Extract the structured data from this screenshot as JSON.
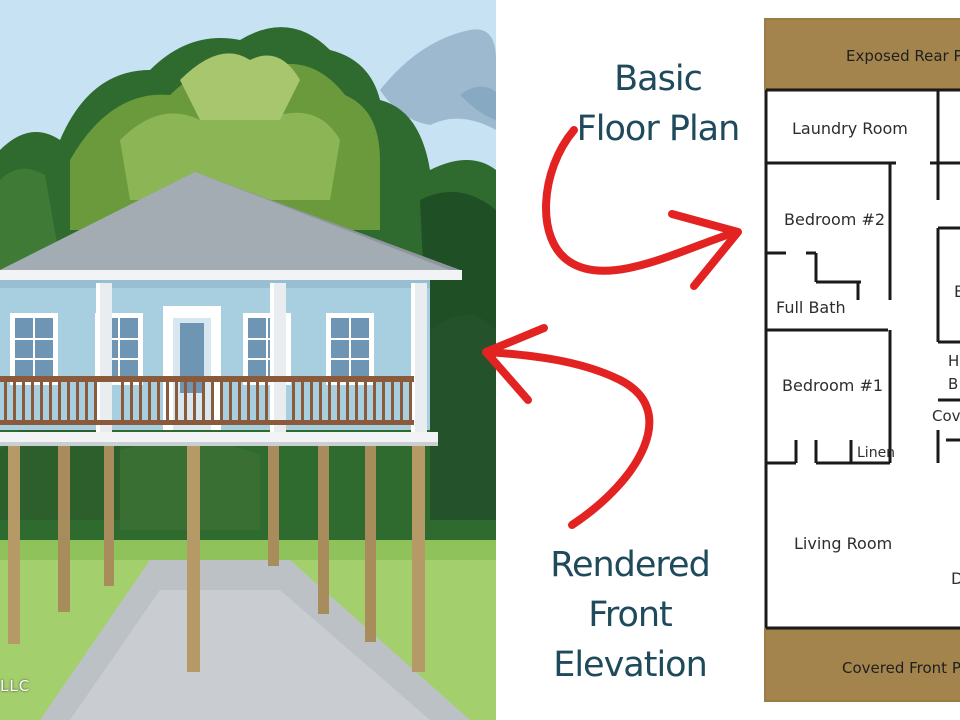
{
  "captions": {
    "floor_plan_line1": "Basic",
    "floor_plan_line2": "Floor Plan",
    "elevation_line1": "Rendered",
    "elevation_line2": "Front Elevation"
  },
  "watermark": "LLC",
  "floor_plan": {
    "rear_porch": "Exposed Rear Po",
    "front_porch": "Covered Front Po",
    "rooms": {
      "laundry": "Laundry Room",
      "bedroom2": "Bedroom #2",
      "full_bath": "Full Bath",
      "bedroom1": "Bedroom #1",
      "linen": "Linen",
      "living": "Living Room",
      "partial_b": "B",
      "partial_h": "H",
      "partial_b2": "B",
      "partial_cov": "Cov",
      "partial_d": "D"
    }
  },
  "colors": {
    "sky": "#c7e2f2",
    "house_siding": "#a8cfe0",
    "roof": "#a3acb3",
    "arrow": "#e32321",
    "caption": "#1f4a5c",
    "porch_band": "#9c7c45"
  }
}
